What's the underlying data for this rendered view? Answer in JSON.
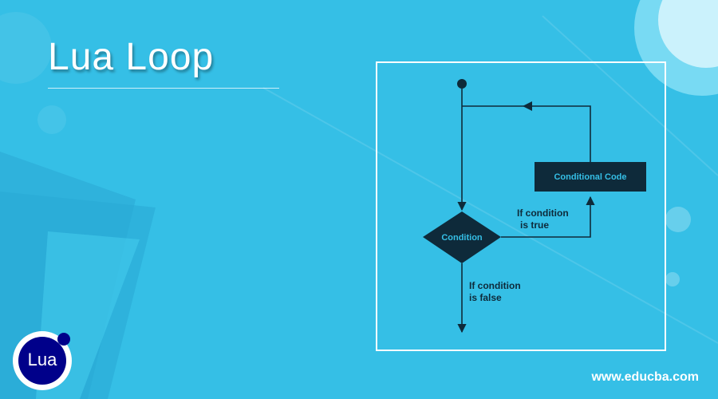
{
  "page": {
    "title": "Lua Loop",
    "footer_url": "www.educba.com"
  },
  "logo": {
    "text": "Lua"
  },
  "flowchart": {
    "nodes": {
      "conditional_code": "Conditional Code",
      "condition": "Condition"
    },
    "edges": {
      "true_label_line1": "If condition",
      "true_label_line2": "is true",
      "false_label_line1": "If condition",
      "false_label_line2": "is false"
    }
  },
  "colors": {
    "background": "#35bfe6",
    "node_fill": "#0e2a3a",
    "node_text": "#35bfe6",
    "line": "#0e2a3a",
    "frame": "#ffffff"
  }
}
